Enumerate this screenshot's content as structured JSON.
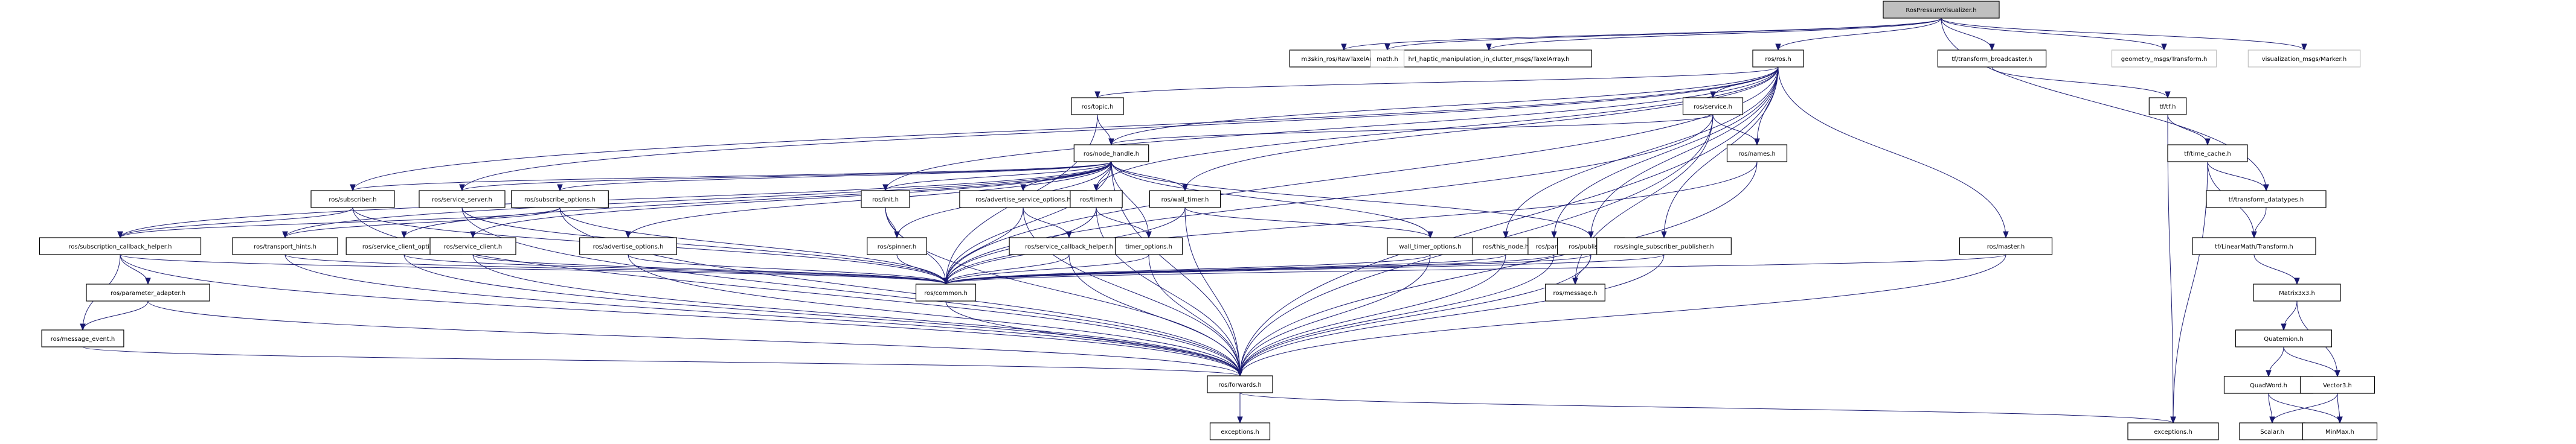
{
  "title": "RosPressureVisualizer.h include dependency graph",
  "colors": {
    "edge": "#191970",
    "node_border": "#000000",
    "root_fill": "#bfbfbf",
    "external_border": "#bfbfbf",
    "background": "#ffffff"
  },
  "nodes": [
    {
      "id": "root",
      "label": "RosPressureVisualizer.h",
      "kind": "root"
    },
    {
      "id": "rawtaxel",
      "label": "m3skin_ros/RawTaxelArray.h",
      "kind": "normal"
    },
    {
      "id": "taxel",
      "label": "hrl_haptic_manipulation_in_clutter_msgs/TaxelArray.h",
      "kind": "normal"
    },
    {
      "id": "math",
      "label": "math.h",
      "kind": "external"
    },
    {
      "id": "rosros",
      "label": "ros/ros.h",
      "kind": "normal"
    },
    {
      "id": "tfbroad",
      "label": "tf/transform_broadcaster.h",
      "kind": "normal"
    },
    {
      "id": "geomtf",
      "label": "geometry_msgs/Transform.h",
      "kind": "external"
    },
    {
      "id": "vismarker",
      "label": "visualization_msgs/Marker.h",
      "kind": "external"
    },
    {
      "id": "topic",
      "label": "ros/topic.h",
      "kind": "normal"
    },
    {
      "id": "service",
      "label": "ros/service.h",
      "kind": "normal"
    },
    {
      "id": "tftf",
      "label": "tf/tf.h",
      "kind": "normal"
    },
    {
      "id": "nodehandle",
      "label": "ros/node_handle.h",
      "kind": "normal"
    },
    {
      "id": "names",
      "label": "ros/names.h",
      "kind": "normal"
    },
    {
      "id": "timecache",
      "label": "tf/time_cache.h",
      "kind": "normal"
    },
    {
      "id": "subscriber",
      "label": "ros/subscriber.h",
      "kind": "normal"
    },
    {
      "id": "servserver",
      "label": "ros/service_server.h",
      "kind": "normal"
    },
    {
      "id": "subopts",
      "label": "ros/subscribe_options.h",
      "kind": "normal"
    },
    {
      "id": "init",
      "label": "ros/init.h",
      "kind": "normal"
    },
    {
      "id": "advservopts",
      "label": "ros/advertise_service_options.h",
      "kind": "normal"
    },
    {
      "id": "timer",
      "label": "ros/timer.h",
      "kind": "normal"
    },
    {
      "id": "walltimer",
      "label": "ros/wall_timer.h",
      "kind": "normal"
    },
    {
      "id": "tfdatatypes",
      "label": "tf/transform_datatypes.h",
      "kind": "normal"
    },
    {
      "id": "subcbhelper",
      "label": "ros/subscription_callback_helper.h",
      "kind": "normal"
    },
    {
      "id": "transhints",
      "label": "ros/transport_hints.h",
      "kind": "normal"
    },
    {
      "id": "servclientopts",
      "label": "ros/service_client_options.h",
      "kind": "normal"
    },
    {
      "id": "servclient",
      "label": "ros/service_client.h",
      "kind": "normal"
    },
    {
      "id": "advopts",
      "label": "ros/advertise_options.h",
      "kind": "normal"
    },
    {
      "id": "spinner",
      "label": "ros/spinner.h",
      "kind": "normal"
    },
    {
      "id": "servcbhelper",
      "label": "ros/service_callback_helper.h",
      "kind": "normal"
    },
    {
      "id": "timeropts",
      "label": "timer_options.h",
      "kind": "normal"
    },
    {
      "id": "walltimeropts",
      "label": "wall_timer_options.h",
      "kind": "normal"
    },
    {
      "id": "thisnode",
      "label": "ros/this_node.h",
      "kind": "normal"
    },
    {
      "id": "param",
      "label": "ros/param.h",
      "kind": "normal"
    },
    {
      "id": "publisher",
      "label": "ros/publisher.h",
      "kind": "normal"
    },
    {
      "id": "singlesubpub",
      "label": "ros/single_subscriber_publisher.h",
      "kind": "normal"
    },
    {
      "id": "master",
      "label": "ros/master.h",
      "kind": "normal"
    },
    {
      "id": "lmtransform",
      "label": "tf/LinearMath/Transform.h",
      "kind": "normal"
    },
    {
      "id": "paramadapter",
      "label": "ros/parameter_adapter.h",
      "kind": "normal"
    },
    {
      "id": "common",
      "label": "ros/common.h",
      "kind": "normal"
    },
    {
      "id": "message",
      "label": "ros/message.h",
      "kind": "normal"
    },
    {
      "id": "matrix3x3",
      "label": "Matrix3x3.h",
      "kind": "normal"
    },
    {
      "id": "msgevent",
      "label": "ros/message_event.h",
      "kind": "normal"
    },
    {
      "id": "quaternion",
      "label": "Quaternion.h",
      "kind": "normal"
    },
    {
      "id": "forwards",
      "label": "ros/forwards.h",
      "kind": "normal"
    },
    {
      "id": "quadword",
      "label": "QuadWord.h",
      "kind": "normal"
    },
    {
      "id": "vector3",
      "label": "Vector3.h",
      "kind": "normal"
    },
    {
      "id": "exceptions1",
      "label": "exceptions.h",
      "kind": "normal"
    },
    {
      "id": "exceptions2",
      "label": "exceptions.h",
      "kind": "normal"
    },
    {
      "id": "scalar",
      "label": "Scalar.h",
      "kind": "normal"
    },
    {
      "id": "minmax",
      "label": "MinMax.h",
      "kind": "normal"
    }
  ],
  "edges": [
    [
      "root",
      "rawtaxel"
    ],
    [
      "root",
      "taxel"
    ],
    [
      "root",
      "math"
    ],
    [
      "root",
      "rosros"
    ],
    [
      "root",
      "tfbroad"
    ],
    [
      "root",
      "geomtf"
    ],
    [
      "root",
      "vismarker"
    ],
    [
      "root",
      "tfdatatypes"
    ],
    [
      "rosros",
      "topic"
    ],
    [
      "rosros",
      "service"
    ],
    [
      "rosros",
      "names"
    ],
    [
      "rosros",
      "nodehandle"
    ],
    [
      "rosros",
      "subscriber"
    ],
    [
      "rosros",
      "servserver"
    ],
    [
      "rosros",
      "init"
    ],
    [
      "rosros",
      "thisnode"
    ],
    [
      "rosros",
      "param"
    ],
    [
      "rosros",
      "publisher"
    ],
    [
      "rosros",
      "singlesubpub"
    ],
    [
      "rosros",
      "master"
    ],
    [
      "rosros",
      "common"
    ],
    [
      "rosros",
      "forwards"
    ],
    [
      "rosros",
      "walltimer"
    ],
    [
      "rosros",
      "timer"
    ],
    [
      "tfbroad",
      "tftf"
    ],
    [
      "topic",
      "nodehandle"
    ],
    [
      "topic",
      "common"
    ],
    [
      "service",
      "nodehandle"
    ],
    [
      "service",
      "names"
    ],
    [
      "service",
      "forwards"
    ],
    [
      "service",
      "message"
    ],
    [
      "service",
      "common"
    ],
    [
      "tftf",
      "timecache"
    ],
    [
      "tftf",
      "exceptions2"
    ],
    [
      "timecache",
      "tfdatatypes"
    ],
    [
      "timecache",
      "lmtransform"
    ],
    [
      "timecache",
      "exceptions2"
    ],
    [
      "tfdatatypes",
      "lmtransform"
    ],
    [
      "lmtransform",
      "matrix3x3"
    ],
    [
      "matrix3x3",
      "quaternion"
    ],
    [
      "matrix3x3",
      "vector3"
    ],
    [
      "quaternion",
      "quadword"
    ],
    [
      "quaternion",
      "vector3"
    ],
    [
      "quadword",
      "scalar"
    ],
    [
      "quadword",
      "minmax"
    ],
    [
      "vector3",
      "scalar"
    ],
    [
      "vector3",
      "minmax"
    ],
    [
      "names",
      "common"
    ],
    [
      "names",
      "forwards"
    ],
    [
      "nodehandle",
      "subscriber"
    ],
    [
      "nodehandle",
      "servserver"
    ],
    [
      "nodehandle",
      "subopts"
    ],
    [
      "nodehandle",
      "init"
    ],
    [
      "nodehandle",
      "advservopts"
    ],
    [
      "nodehandle",
      "timer"
    ],
    [
      "nodehandle",
      "walltimer"
    ],
    [
      "nodehandle",
      "publisher"
    ],
    [
      "nodehandle",
      "subcbhelper"
    ],
    [
      "nodehandle",
      "transhints"
    ],
    [
      "nodehandle",
      "servclientopts"
    ],
    [
      "nodehandle",
      "servclient"
    ],
    [
      "nodehandle",
      "advopts"
    ],
    [
      "nodehandle",
      "spinner"
    ],
    [
      "nodehandle",
      "timeropts"
    ],
    [
      "nodehandle",
      "walltimeropts"
    ],
    [
      "nodehandle",
      "common"
    ],
    [
      "nodehandle",
      "forwards"
    ],
    [
      "subscriber",
      "subcbhelper"
    ],
    [
      "subscriber",
      "common"
    ],
    [
      "subscriber",
      "forwards"
    ],
    [
      "servserver",
      "common"
    ],
    [
      "servserver",
      "forwards"
    ],
    [
      "subopts",
      "subcbhelper"
    ],
    [
      "subopts",
      "transhints"
    ],
    [
      "subopts",
      "common"
    ],
    [
      "subopts",
      "forwards"
    ],
    [
      "init",
      "spinner"
    ],
    [
      "init",
      "common"
    ],
    [
      "init",
      "forwards"
    ],
    [
      "advservopts",
      "servcbhelper"
    ],
    [
      "advservopts",
      "common"
    ],
    [
      "advservopts",
      "forwards"
    ],
    [
      "timer",
      "timeropts"
    ],
    [
      "timer",
      "common"
    ],
    [
      "timer",
      "forwards"
    ],
    [
      "walltimer",
      "walltimeropts"
    ],
    [
      "walltimer",
      "common"
    ],
    [
      "walltimer",
      "forwards"
    ],
    [
      "subcbhelper",
      "paramadapter"
    ],
    [
      "subcbhelper",
      "msgevent"
    ],
    [
      "subcbhelper",
      "common"
    ],
    [
      "subcbhelper",
      "forwards"
    ],
    [
      "transhints",
      "common"
    ],
    [
      "transhints",
      "forwards"
    ],
    [
      "servclientopts",
      "common"
    ],
    [
      "servclientopts",
      "forwards"
    ],
    [
      "servclient",
      "common"
    ],
    [
      "servclient",
      "forwards"
    ],
    [
      "advopts",
      "common"
    ],
    [
      "advopts",
      "forwards"
    ],
    [
      "spinner",
      "common"
    ],
    [
      "servcbhelper",
      "common"
    ],
    [
      "servcbhelper",
      "forwards"
    ],
    [
      "timeropts",
      "common"
    ],
    [
      "timeropts",
      "forwards"
    ],
    [
      "walltimeropts",
      "common"
    ],
    [
      "walltimeropts",
      "forwards"
    ],
    [
      "thisnode",
      "common"
    ],
    [
      "thisnode",
      "forwards"
    ],
    [
      "param",
      "common"
    ],
    [
      "param",
      "forwards"
    ],
    [
      "publisher",
      "message"
    ],
    [
      "publisher",
      "common"
    ],
    [
      "publisher",
      "forwards"
    ],
    [
      "singlesubpub",
      "common"
    ],
    [
      "singlesubpub",
      "forwards"
    ],
    [
      "master",
      "common"
    ],
    [
      "master",
      "forwards"
    ],
    [
      "paramadapter",
      "msgevent"
    ],
    [
      "paramadapter",
      "forwards"
    ],
    [
      "msgevent",
      "forwards"
    ],
    [
      "common",
      "forwards"
    ],
    [
      "forwards",
      "exceptions1"
    ],
    [
      "forwards",
      "exceptions2"
    ]
  ]
}
